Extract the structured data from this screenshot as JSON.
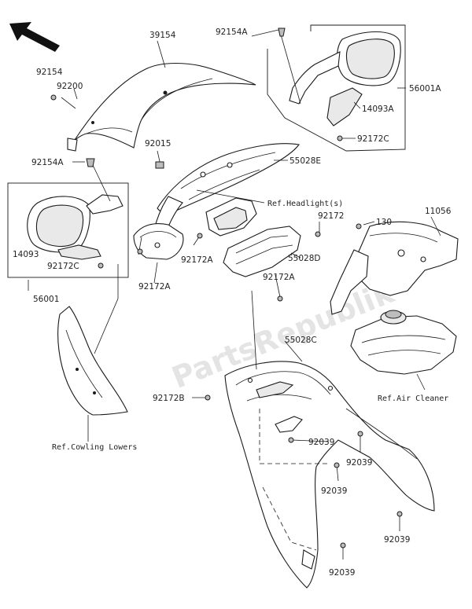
{
  "labels": {
    "p39154": "39154",
    "p92154": "92154",
    "p92200": "92200",
    "p92154a_top": "92154A",
    "p56001a": "56001A",
    "p14093a": "14093A",
    "p92172c_top": "92172C",
    "p92015": "92015",
    "p55028e": "55028E",
    "p92154a_left": "92154A",
    "ref_headlight": "Ref.Headlight(s)",
    "p92172_mid": "92172",
    "p130": "130",
    "p11056": "11056",
    "p14093": "14093",
    "p92172c_left": "92172C",
    "p92172a_mid": "92172A",
    "p55028d": "55028D",
    "p92172a_left": "92172A",
    "p92172a_right": "92172A",
    "p56001": "56001",
    "p55028c": "55028C",
    "p92172b": "92172B",
    "ref_air_cleaner": "Ref.Air Cleaner",
    "p92039_a": "92039",
    "p92039_b": "92039",
    "p92039_c": "92039",
    "p92039_d": "92039",
    "p92039_e": "92039",
    "ref_cowling": "Ref.Cowling Lowers"
  },
  "watermark": "PartsRepublik",
  "icons": {
    "direction": "front-arrow-icon"
  }
}
